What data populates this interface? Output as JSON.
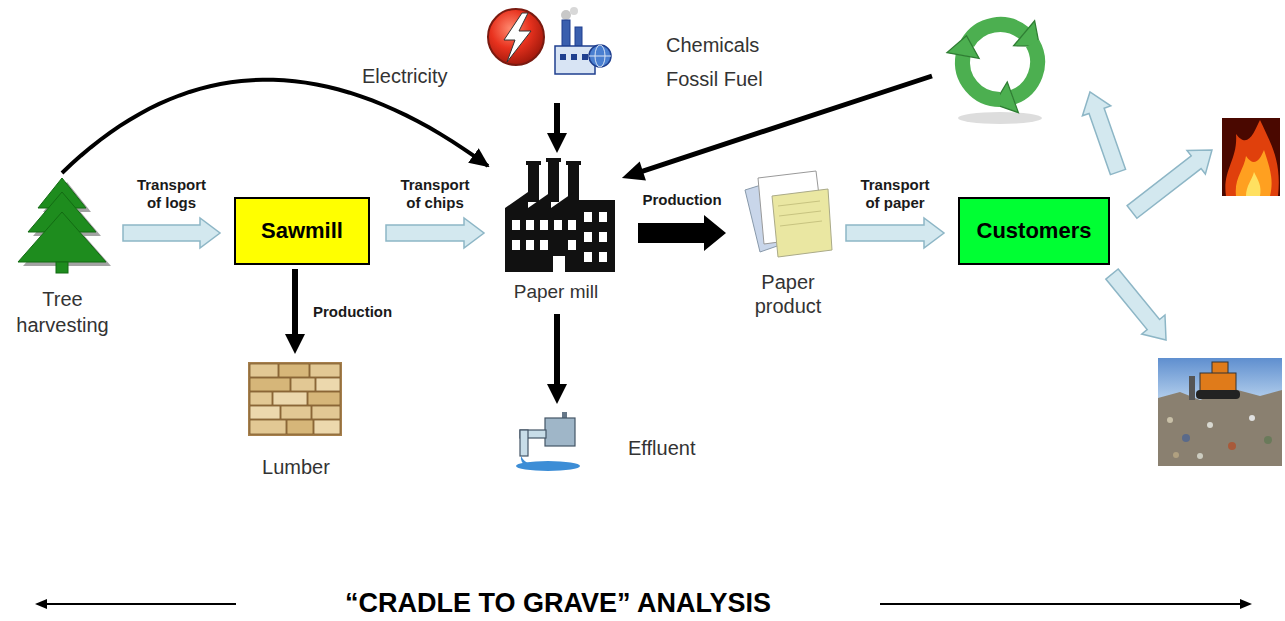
{
  "diagram": {
    "caption": "“CRADLE TO GRAVE” ANALYSIS",
    "nodes": [
      {
        "text": [
          "Tree harvesting"
        ]
      },
      {
        "text": [
          "Sawmill"
        ]
      },
      {
        "text": [
          "Lumber"
        ]
      },
      {
        "text": [
          "Electricity",
          "Chemicals Fossil Fuel"
        ]
      },
      {
        "text": [
          "Paper mill"
        ]
      },
      {
        "text": [
          "Effluent"
        ]
      },
      {
        "text": [
          "Paper product"
        ]
      },
      {
        "text": [
          "Customers"
        ]
      }
    ],
    "edges": [
      {
        "from": 0,
        "to": 1,
        "label": "Transport of logs",
        "arrow": "to"
      },
      {
        "from": 0,
        "to": 4,
        "arrow": "to"
      },
      {
        "from": 1,
        "to": 2,
        "label": "Production",
        "arrow": "to"
      },
      {
        "from": 1,
        "to": 4,
        "label": "Transport of chips",
        "arrow": "to"
      },
      {
        "from": 3,
        "to": 4,
        "arrow": "to"
      },
      {
        "from": 4,
        "to": 5,
        "arrow": "to"
      },
      {
        "from": 4,
        "to": 6,
        "label": "Production",
        "arrow": "to"
      },
      {
        "from": 6,
        "to": 7,
        "label": "Transport of paper",
        "arrow": "to"
      }
    ]
  }
}
